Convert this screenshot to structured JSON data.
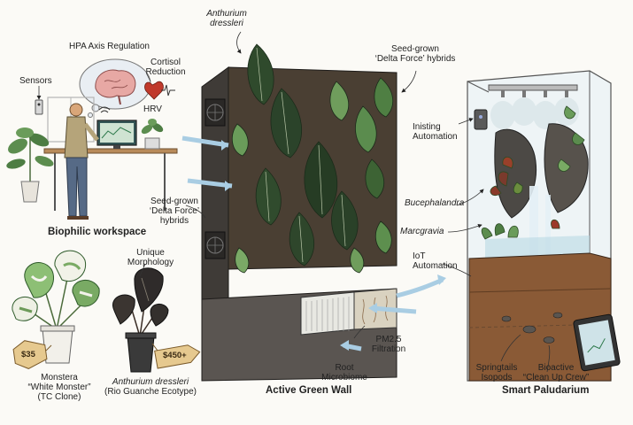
{
  "sections": {
    "workspace": "Biophilic workspace",
    "wall": "Active Green Wall",
    "paludarium": "Smart Paludarium"
  },
  "workspace": {
    "hpa": "HPA Axis Regulation",
    "sensors": "Sensors",
    "cortisol_1": "Cortisol",
    "cortisol_2": "Reduction",
    "hrv": "HRV"
  },
  "plants": {
    "monstera": {
      "price": "$35",
      "line1": "Monstera",
      "line2": "“White Monster”",
      "line3": "(TC Clone)"
    },
    "morphology": {
      "line1": "Unique",
      "line2": "Morphology"
    },
    "anthurium": {
      "price": "$450+",
      "line1": "Anthurium dressleri",
      "line2": "(Rio Guanche Ecotype)"
    }
  },
  "wall": {
    "anthurium_1": "Anthurium",
    "anthurium_2": "dressleri",
    "seed_top_1": "Seed-grown",
    "seed_top_2": "‘Delta Force’ hybrids",
    "seed_left_1": "Seed-grown",
    "seed_left_2": "‘Delta Force’",
    "seed_left_3": "hybrids",
    "pm_1": "PM2.5",
    "pm_2": "Filtration",
    "root_1": "Root",
    "root_2": "Microbiome"
  },
  "paludarium": {
    "misting_1": "Inisting",
    "misting_2": "Automation",
    "bucephalandra": "Bucephalandra",
    "marcgravia": "Marcgravia",
    "iot_1": "IoT",
    "iot_2": "Automation",
    "springtails_1": "Springtails",
    "springtails_2": "Isopods",
    "bioactive_1": "Bioactive",
    "bioactive_2": "“Clean Up Crew”"
  }
}
